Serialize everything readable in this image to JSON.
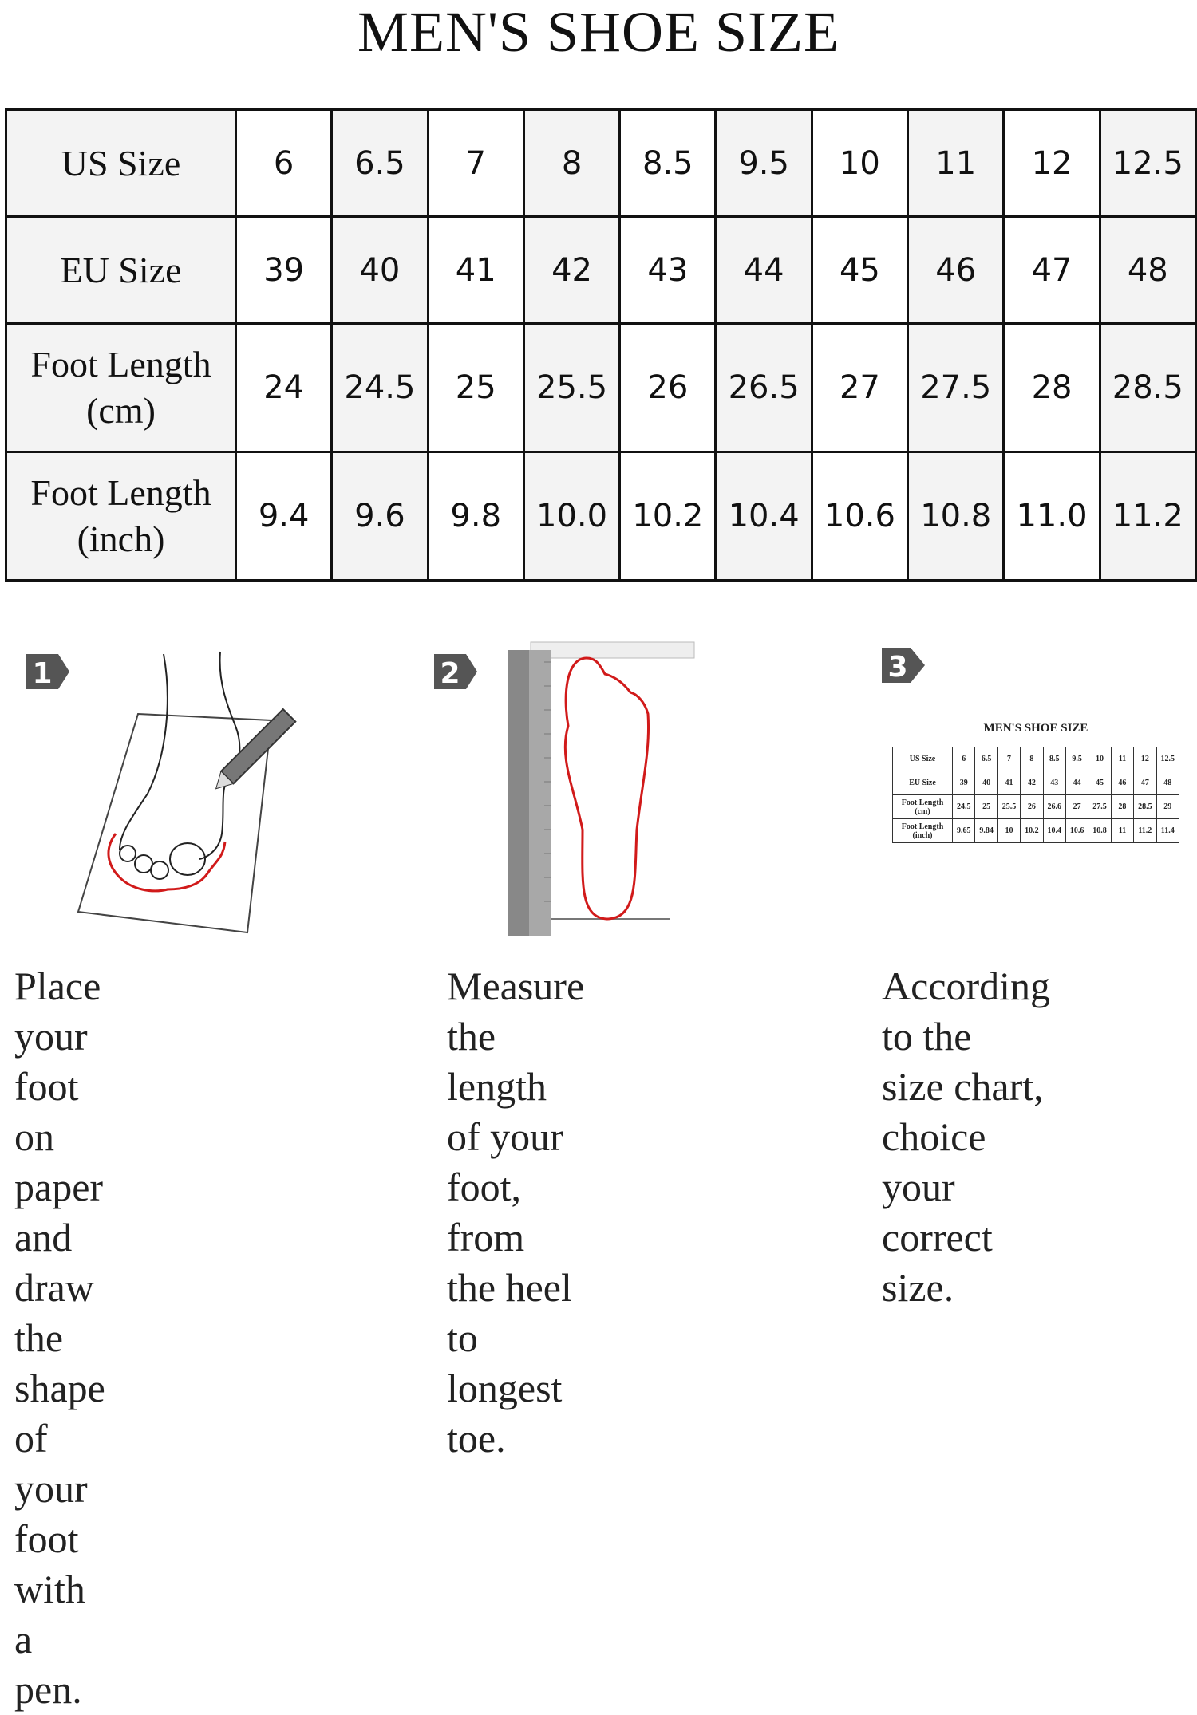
{
  "title": "MEN'S SHOE SIZE",
  "size_table": {
    "rows": [
      {
        "label": "US Size",
        "values": [
          "6",
          "6.5",
          "7",
          "8",
          "8.5",
          "9.5",
          "10",
          "11",
          "12",
          "12.5"
        ]
      },
      {
        "label": "EU Size",
        "values": [
          "39",
          "40",
          "41",
          "42",
          "43",
          "44",
          "45",
          "46",
          "47",
          "48"
        ]
      },
      {
        "label": "Foot Length (cm)",
        "label_line1": "Foot Length",
        "label_line2": "(cm)",
        "values": [
          "24",
          "24.5",
          "25",
          "25.5",
          "26",
          "26.5",
          "27",
          "27.5",
          "28",
          "28.5"
        ]
      },
      {
        "label": "Foot Length (inch)",
        "label_line1": "Foot Length",
        "label_line2": "(inch)",
        "values": [
          "9.4",
          "9.6",
          "9.8",
          "10.0",
          "10.2",
          "10.4",
          "10.6",
          "10.8",
          "11.0",
          "11.2"
        ]
      }
    ]
  },
  "steps": [
    {
      "number": "1",
      "icon": "foot-tracing-icon",
      "text_lines": [
        "Place your foot on",
        "paper and draw the",
        "shape of your foot",
        "with a pen."
      ]
    },
    {
      "number": "2",
      "icon": "ruler-foot-icon",
      "text_lines": [
        "Measure the length",
        "of your foot, from",
        "the heel to longest",
        "toe."
      ]
    },
    {
      "number": "3",
      "icon": "size-chart-icon",
      "text_lines": [
        "According to the",
        "size chart, choice",
        "your correct size."
      ]
    }
  ],
  "mini_chart": {
    "title": "MEN'S SHOE SIZE",
    "rows": [
      {
        "label_line1": "US Size",
        "label_line2": "",
        "values": [
          "6",
          "6.5",
          "7",
          "8",
          "8.5",
          "9.5",
          "10",
          "11",
          "12",
          "12.5"
        ]
      },
      {
        "label_line1": "EU Size",
        "label_line2": "",
        "values": [
          "39",
          "40",
          "41",
          "42",
          "43",
          "44",
          "45",
          "46",
          "47",
          "48"
        ]
      },
      {
        "label_line1": "Foot Length",
        "label_line2": "(cm)",
        "values": [
          "24.5",
          "25",
          "25.5",
          "26",
          "26.6",
          "27",
          "27.5",
          "28",
          "28.5",
          "29"
        ]
      },
      {
        "label_line1": "Foot Length",
        "label_line2": "(inch)",
        "values": [
          "9.65",
          "9.84",
          "10",
          "10.2",
          "10.4",
          "10.6",
          "10.8",
          "11",
          "11.2",
          "11.4"
        ]
      }
    ]
  },
  "colors": {
    "badge": "#555555",
    "trace": "#d11a1a",
    "shade": "#f3f3f3",
    "border": "#111111"
  }
}
